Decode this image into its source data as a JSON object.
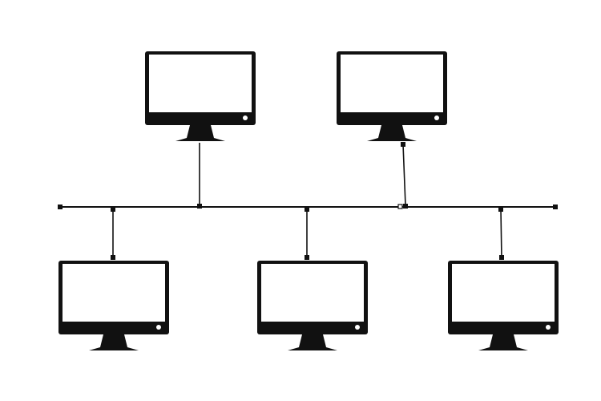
{
  "diagram": {
    "type": "bus-topology",
    "colors": {
      "background": "#ffffff",
      "ink": "#111111",
      "screen": "#ffffff"
    },
    "nodes": [
      {
        "id": "computer-top-left",
        "icon": "monitor-icon",
        "position": "top"
      },
      {
        "id": "computer-top-right",
        "icon": "monitor-icon",
        "position": "top"
      },
      {
        "id": "computer-bottom-left",
        "icon": "monitor-icon",
        "position": "bottom"
      },
      {
        "id": "computer-bottom-center",
        "icon": "monitor-icon",
        "position": "bottom"
      },
      {
        "id": "computer-bottom-right",
        "icon": "monitor-icon",
        "position": "bottom"
      }
    ],
    "links": [
      {
        "from": "computer-top-left",
        "to": "bus"
      },
      {
        "from": "computer-top-right",
        "to": "bus"
      },
      {
        "from": "computer-bottom-left",
        "to": "bus"
      },
      {
        "from": "computer-bottom-center",
        "to": "bus"
      },
      {
        "from": "computer-bottom-right",
        "to": "bus"
      }
    ],
    "bus_terminators": 2
  }
}
